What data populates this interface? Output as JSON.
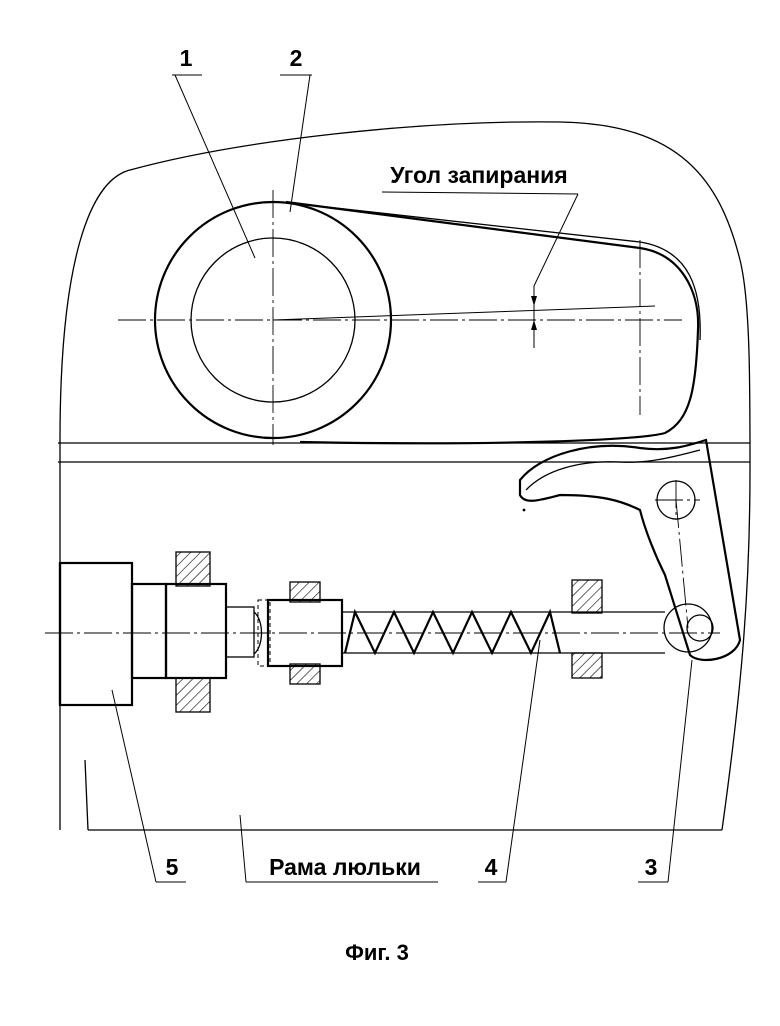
{
  "labels": {
    "part1": "1",
    "part2": "2",
    "part3": "3",
    "part4": "4",
    "part5": "5",
    "locking_angle": "Угол запирания",
    "cradle_frame": "Рама люльки"
  },
  "caption": "Фиг. 3"
}
